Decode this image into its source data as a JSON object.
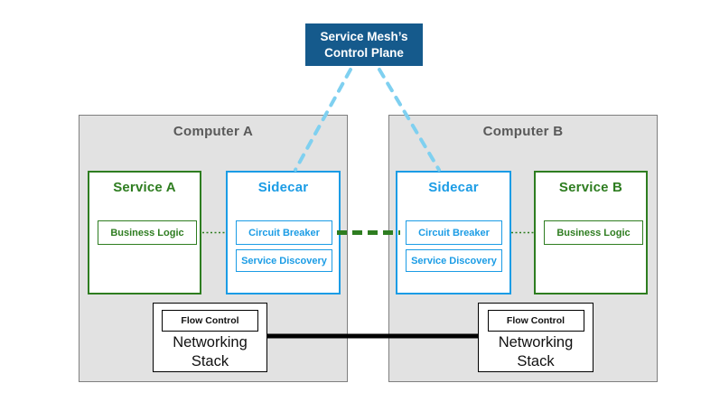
{
  "colors": {
    "control_plane_bg": "#155a8c",
    "sidecar_blue": "#1b9ce5",
    "dash_light_blue": "#7fd0f0",
    "service_green": "#2e7d20",
    "computer_gray_bg": "#e2e2e2",
    "computer_border": "#7f7f7f",
    "computer_title": "#595959"
  },
  "control_plane": {
    "line1": "Service Mesh’s",
    "line2": "Control Plane"
  },
  "computers": [
    {
      "title": "Computer A",
      "service_title": "Service A",
      "business_logic": "Business Logic",
      "sidecar_title": "Sidecar",
      "circuit_breaker": "Circuit Breaker",
      "service_discovery": "Service Discovery",
      "flow_control": "Flow Control",
      "networking_line1": "Networking",
      "networking_line2": "Stack"
    },
    {
      "title": "Computer B",
      "service_title": "Service B",
      "business_logic": "Business Logic",
      "sidecar_title": "Sidecar",
      "circuit_breaker": "Circuit Breaker",
      "service_discovery": "Service Discovery",
      "flow_control": "Flow Control",
      "networking_line1": "Networking",
      "networking_line2": "Stack"
    }
  ]
}
